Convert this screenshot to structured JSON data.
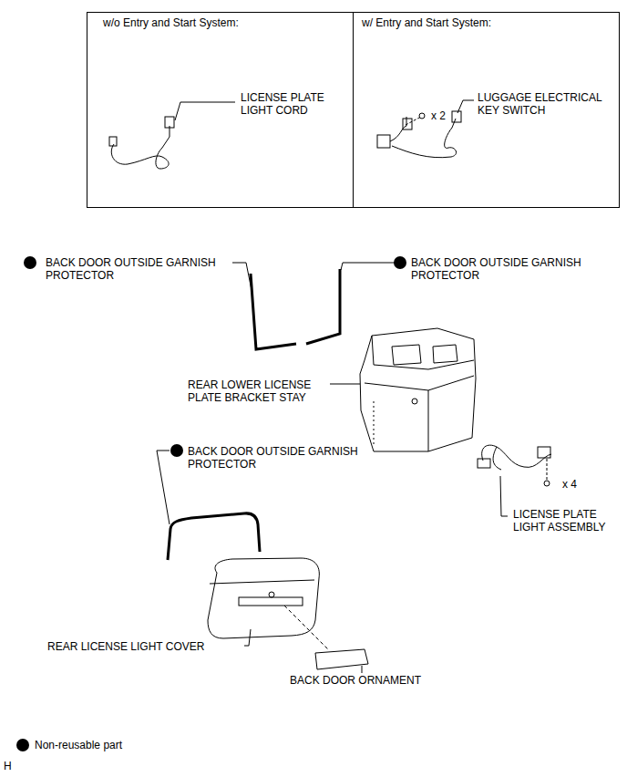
{
  "diagram": {
    "nodes": [
      {
        "text": [
          "w/o Entry and Start System:",
          "LICENSE PLATE LIGHT CORD"
        ]
      },
      {
        "text": [
          "w/ Entry and Start System:",
          "x 2",
          "LUGGAGE ELECTRICAL KEY SWITCH"
        ]
      }
    ],
    "labels": [
      "BACK DOOR OUTSIDE GARNISH PROTECTOR",
      "BACK DOOR OUTSIDE GARNISH PROTECTOR",
      "BACK DOOR OUTSIDE GARNISH PROTECTOR",
      "REAR LOWER LICENSE PLATE BRACKET STAY",
      "x 4",
      "LICENSE PLATE LIGHT ASSEMBLY",
      "REAR LICENSE LIGHT COVER",
      "BACK DOOR ORNAMENT",
      "H"
    ],
    "legend": [
      {
        "text": "Non-reusable part",
        "color": "#000000"
      }
    ]
  }
}
